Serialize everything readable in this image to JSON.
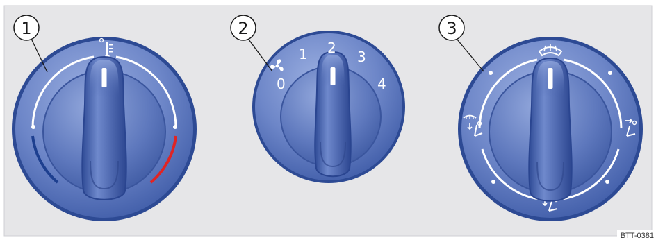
{
  "figure": {
    "reference_code": "BTT-0381"
  },
  "controls": [
    {
      "callout": "1",
      "icon": "temperature-icon"
    },
    {
      "callout": "2",
      "icon": "fan-icon",
      "scale": [
        "0",
        "1",
        "2",
        "3",
        "4"
      ]
    },
    {
      "callout": "3",
      "icons": [
        "windscreen-defrost-icon",
        "defrost-and-footwell-icon",
        "face-vent-icon",
        "footwell-icon"
      ]
    }
  ],
  "colors": {
    "panel_background": "#e6e6e8",
    "knob_blue": "#3e5ea8",
    "cold_arc": "#1d3f8f",
    "hot_arc": "#e02424",
    "markings": "#ffffff"
  }
}
